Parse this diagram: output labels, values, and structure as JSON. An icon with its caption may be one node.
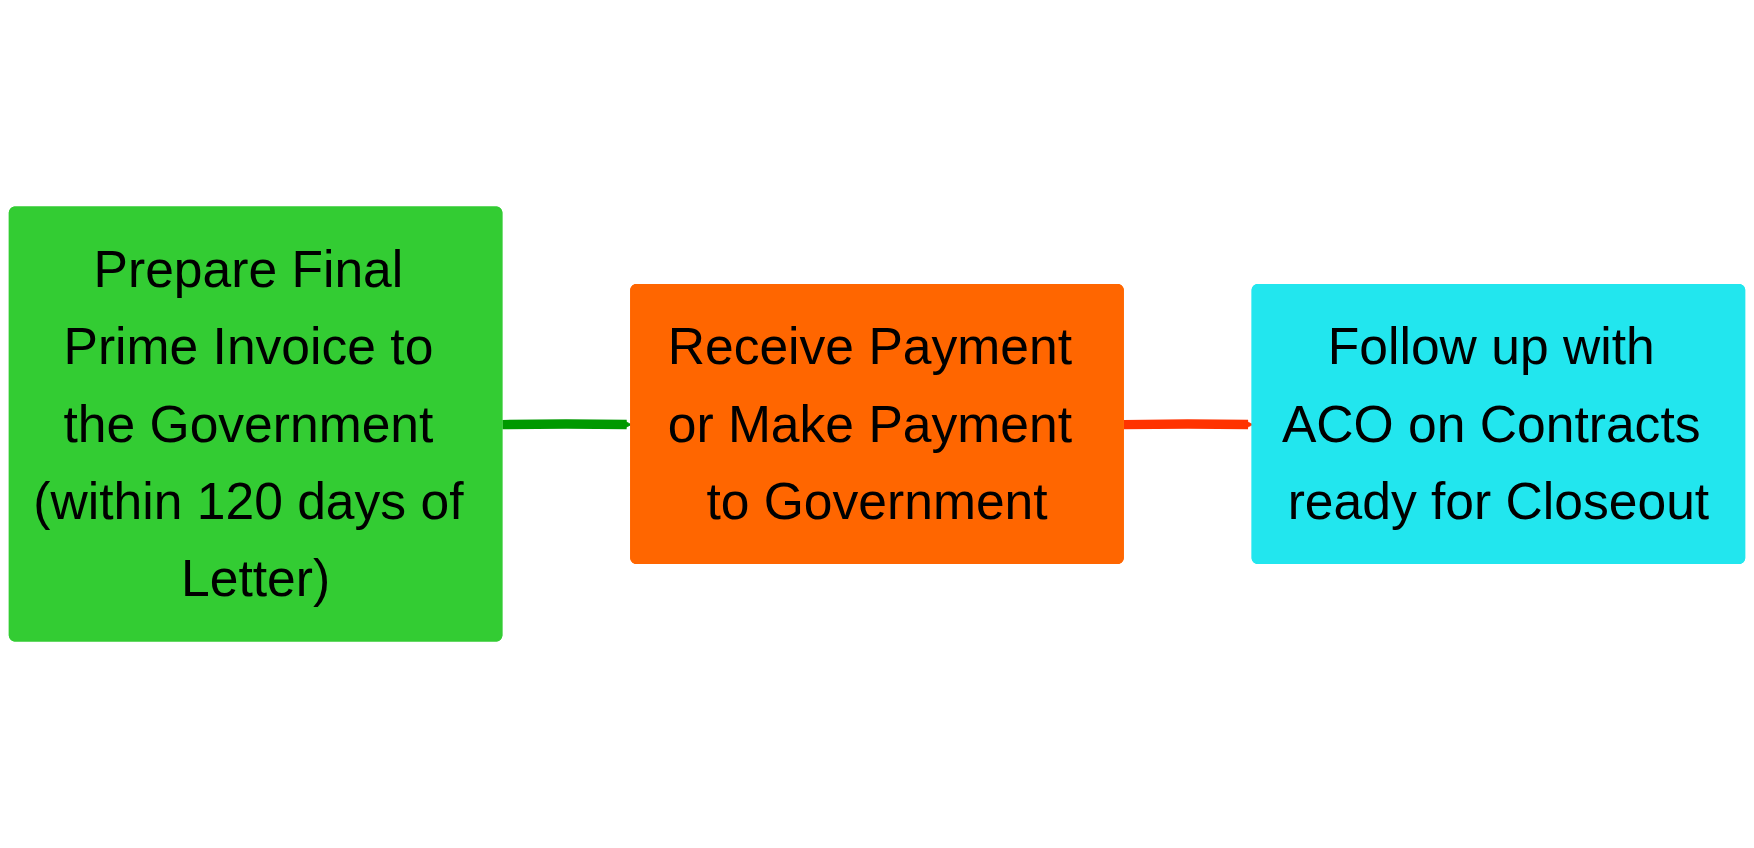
{
  "diagram": {
    "nodes": [
      {
        "text": [
          "Prepare Final Prime Invoice to the Government (within 120 days of Letter)"
        ]
      },
      {
        "text": [
          "Receive Payment or Make Payment to Government"
        ]
      },
      {
        "text": [
          "Follow up with ACO on Contracts ready for Closeout"
        ]
      }
    ],
    "edges": [
      {
        "from": 0,
        "to": 1,
        "arrow": "to",
        "color": "#009900"
      },
      {
        "from": 1,
        "to": 2,
        "arrow": "to",
        "color": "#ff3300"
      }
    ]
  }
}
